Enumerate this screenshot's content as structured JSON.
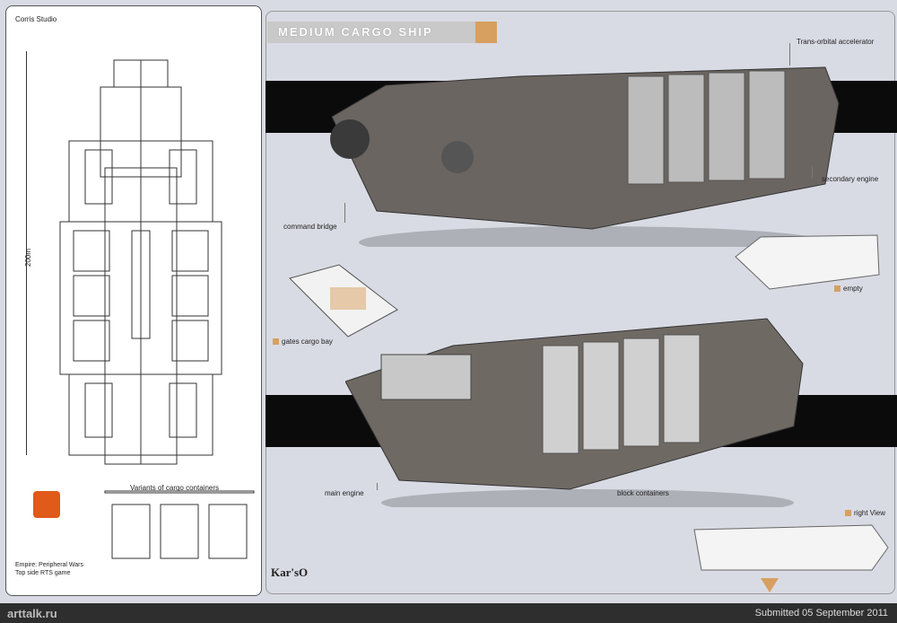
{
  "left_panel": {
    "studio": "Corris Studio",
    "scale": "200m",
    "variants_label": "Variants of cargo containers",
    "game_line1": "Empire: Peripheral Wars",
    "game_line2": "Top side RTS game"
  },
  "signature": "Kar'sO",
  "title": "MEDIUM CARGO SHIP",
  "labels": {
    "trans_orbital": "Trans-orbital accelerator",
    "secondary_engine": "secondary engine",
    "command_bridge": "command bridge",
    "empty": "empty",
    "gates_cargo_bay": "gates cargo bay",
    "main_engine": "main engine",
    "block_containers": "block containers",
    "right_view": "right View"
  },
  "colors": {
    "accent": "#d7a060",
    "background": "#d9dbe4",
    "band": "#0b0b0b"
  },
  "footer": {
    "site": "arttalk.ru",
    "submitted": "Submitted 05 September 2011"
  }
}
